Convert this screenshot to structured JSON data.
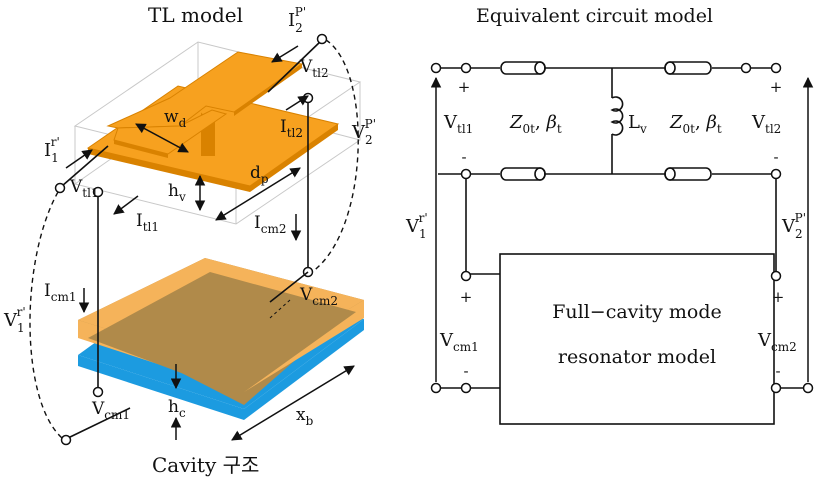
{
  "left": {
    "title": "TL model",
    "bottom_title": "Cavity 구조",
    "labels": {
      "I2p_main": "I",
      "I2p_sub": "2",
      "I2p_sup": "P'",
      "I1r_main": "I",
      "I1r_sub": "1",
      "I1r_sup": "r'",
      "V2p_main": "V",
      "V2p_sub": "2",
      "V2p_sup": "P'",
      "V1r_main": "V",
      "V1r_sub": "1",
      "V1r_sup": "r'",
      "Vtl2_main": "V",
      "Vtl2_sub": "tl2",
      "Vtl1_main": "V",
      "Vtl1_sub": "tl1",
      "Itl2_main": "I",
      "Itl2_sub": "tl2",
      "Itl1_main": "I",
      "Itl1_sub": "tl1",
      "wd_main": "w",
      "wd_sub": "d",
      "dp_main": "d",
      "dp_sub": "p",
      "hv_main": "h",
      "hv_sub": "v",
      "Icm2_main": "I",
      "Icm2_sub": "cm2",
      "Icm1_main": "I",
      "Icm1_sub": "cm1",
      "Vcm2_main": "V",
      "Vcm2_sub": "cm2",
      "Vcm1_main": "V",
      "Vcm1_sub": "cm1",
      "hc_main": "h",
      "hc_sub": "c",
      "xb_main": "x",
      "xb_sub": "b"
    }
  },
  "right": {
    "title": "Equivalent circuit model",
    "plus": "+",
    "minus": "-",
    "Vtl1_main": "V",
    "Vtl1_sub": "tl1",
    "Vtl2_main": "V",
    "Vtl2_sub": "tl2",
    "Z1_main": "Z",
    "Z1_sub": "0t",
    "Z1_sep": ", ",
    "b1_main": "β",
    "b1_sub": "t",
    "Z2_main": "Z",
    "Z2_sub": "0t",
    "Z2_sep": ", ",
    "b2_main": "β",
    "b2_sub": "t",
    "Lv_main": "L",
    "Lv_sub": "v",
    "V1r_main": "V",
    "V1r_sub": "1",
    "V1r_sup": "r'",
    "V2p_main": "V",
    "V2p_sub": "2",
    "V2p_sup": "P'",
    "Vcm1_main": "V",
    "Vcm1_sub": "cm1",
    "Vcm2_main": "V",
    "Vcm2_sub": "cm2",
    "box_line1": "Full−cavity mode",
    "box_line2": "resonator model"
  },
  "colors": {
    "patch": "#f7a11f",
    "patch_edge": "#d98200",
    "ground_top": "#f5b35a",
    "cavity": "#b08a4a",
    "ground_blue": "#1c9be0"
  }
}
